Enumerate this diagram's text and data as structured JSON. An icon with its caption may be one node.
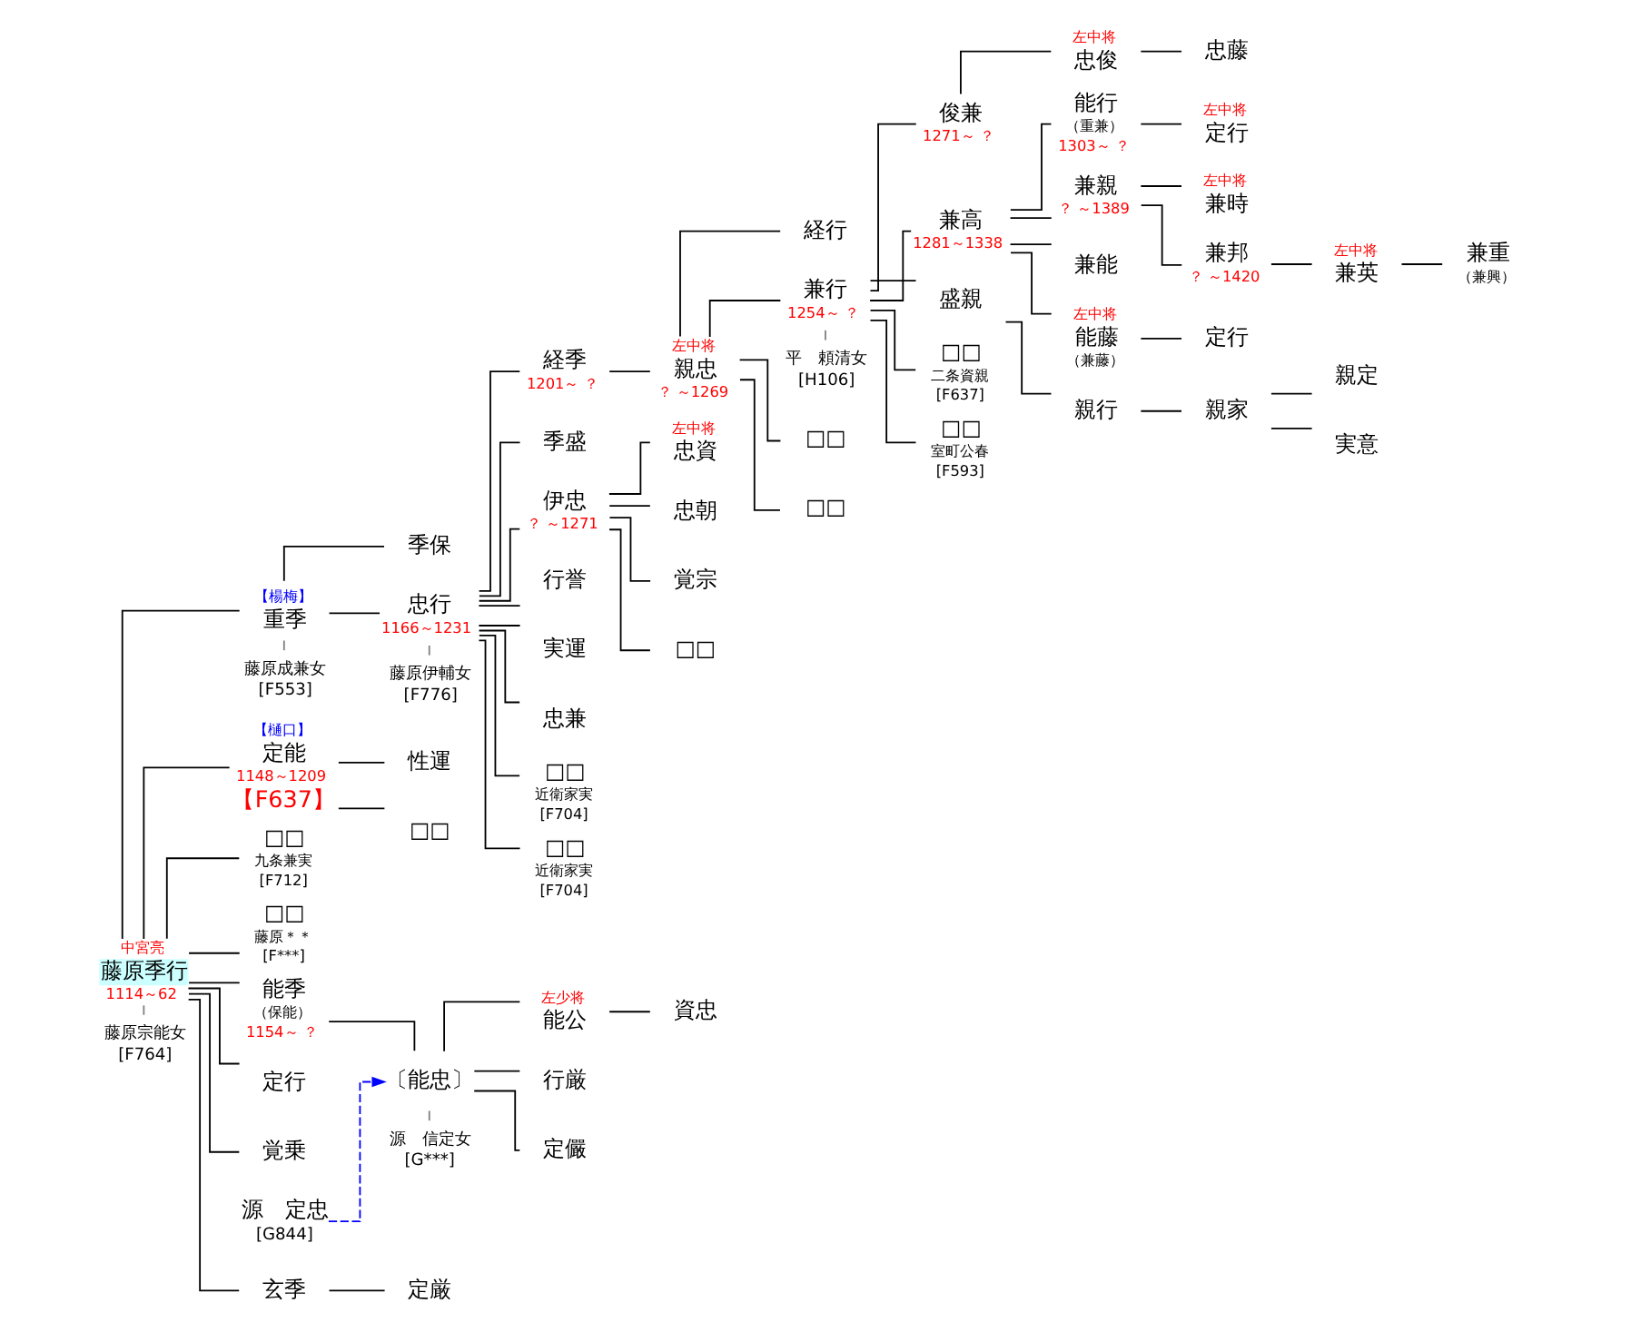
{
  "diagram": {
    "nodes": [
      {
        "text": [
          "藤原季行"
        ],
        "beside": [
          "中宮亮",
          "1114～62"
        ]
      },
      {
        "text": [
          "藤原宗能女",
          "[F764]"
        ]
      },
      {
        "text": [
          "重季"
        ],
        "beside": [
          "【楊梅】"
        ]
      },
      {
        "text": [
          "藤原成兼女",
          "[F553]"
        ]
      },
      {
        "text": [
          "定能"
        ],
        "beside": [
          "【樋口】",
          "1148～1209",
          "【F637】"
        ]
      },
      {
        "text": [
          "□□"
        ],
        "beside": [
          "九条兼実",
          "[F712]"
        ]
      },
      {
        "text": [
          "□□"
        ],
        "beside": [
          "藤原＊＊",
          "[F***]"
        ]
      },
      {
        "text": [
          "能季"
        ],
        "beside": [
          "（保能）",
          "1154～ ？"
        ]
      },
      {
        "text": [
          "定行"
        ]
      },
      {
        "text": [
          "覚乗"
        ]
      },
      {
        "text": [
          "玄季"
        ]
      },
      {
        "text": [
          "季保"
        ]
      },
      {
        "text": [
          "忠行"
        ],
        "beside": [
          "1166～1231"
        ]
      },
      {
        "text": [
          "藤原伊輔女",
          "[F776]"
        ]
      },
      {
        "text": [
          "性運"
        ]
      },
      {
        "text": [
          "□□"
        ]
      },
      {
        "text": [
          "〔能忠〕"
        ]
      },
      {
        "text": [
          "源　信定女",
          "[G***]"
        ]
      },
      {
        "text": [
          "源　定忠",
          "[G844]"
        ]
      },
      {
        "text": [
          "定厳"
        ]
      },
      {
        "text": [
          "経季"
        ],
        "beside": [
          "1201～ ？"
        ]
      },
      {
        "text": [
          "季盛"
        ]
      },
      {
        "text": [
          "伊忠"
        ],
        "beside": [
          "？ ～1271"
        ]
      },
      {
        "text": [
          "行誉"
        ]
      },
      {
        "text": [
          "実運"
        ]
      },
      {
        "text": [
          "忠兼"
        ]
      },
      {
        "text": [
          "□□"
        ],
        "beside": [
          "近衛家実",
          "[F704]"
        ]
      },
      {
        "text": [
          "□□"
        ],
        "beside": [
          "近衛家実",
          "[F704]"
        ]
      },
      {
        "text": [
          "能公"
        ],
        "beside": [
          "左少将"
        ]
      },
      {
        "text": [
          "行厳"
        ]
      },
      {
        "text": [
          "定儼"
        ]
      },
      {
        "text": [
          "資忠"
        ]
      },
      {
        "text": [
          "親忠"
        ],
        "beside": [
          "左中将",
          "？ ～1269"
        ]
      },
      {
        "text": [
          "忠資"
        ],
        "beside": [
          "左中将"
        ]
      },
      {
        "text": [
          "忠朝"
        ]
      },
      {
        "text": [
          "覚宗"
        ]
      },
      {
        "text": [
          "□□"
        ]
      },
      {
        "text": [
          "経行"
        ]
      },
      {
        "text": [
          "兼行"
        ],
        "beside": [
          "1254～ ？"
        ]
      },
      {
        "text": [
          "平　頼清女",
          "[H106]"
        ]
      },
      {
        "text": [
          "□□"
        ]
      },
      {
        "text": [
          "□□"
        ]
      },
      {
        "text": [
          "俊兼"
        ],
        "beside": [
          "1271～ ？"
        ]
      },
      {
        "text": [
          "兼高"
        ],
        "beside": [
          "1281～1338"
        ]
      },
      {
        "text": [
          "盛親"
        ]
      },
      {
        "text": [
          "□□"
        ],
        "beside": [
          "二条資親",
          "[F637]"
        ]
      },
      {
        "text": [
          "□□"
        ],
        "beside": [
          "室町公春",
          "[F593]"
        ]
      },
      {
        "text": [
          "忠俊"
        ],
        "beside": [
          "左中将"
        ]
      },
      {
        "text": [
          "忠藤"
        ]
      },
      {
        "text": [
          "能行"
        ],
        "beside": [
          "（重兼）",
          "1303～ ？"
        ]
      },
      {
        "text": [
          "兼親"
        ],
        "beside": [
          "？ ～1389"
        ]
      },
      {
        "text": [
          "兼能"
        ]
      },
      {
        "text": [
          "能藤"
        ],
        "beside": [
          "左中将",
          "（兼藤）"
        ]
      },
      {
        "text": [
          "定行"
        ],
        "beside": [
          "左中将"
        ]
      },
      {
        "text": [
          "兼時"
        ],
        "beside": [
          "左中将"
        ]
      },
      {
        "text": [
          "兼邦"
        ],
        "beside": [
          "？ ～1420"
        ]
      },
      {
        "text": [
          "兼英"
        ],
        "beside": [
          "左中将"
        ]
      },
      {
        "text": [
          "兼重"
        ],
        "beside": [
          "（兼興）"
        ]
      },
      {
        "text": [
          "定行"
        ]
      },
      {
        "text": [
          "親行"
        ]
      },
      {
        "text": [
          "親家"
        ]
      },
      {
        "text": [
          "親定"
        ]
      },
      {
        "text": [
          "実意"
        ]
      }
    ],
    "edges": [
      {
        "from": 0,
        "to": 1,
        "arrow": "none",
        "color": "#808080"
      },
      {
        "from": 0,
        "to": 2,
        "arrow": "none"
      },
      {
        "from": 0,
        "to": 4,
        "arrow": "none"
      },
      {
        "from": 0,
        "to": 5,
        "arrow": "none"
      },
      {
        "from": 0,
        "to": 6,
        "arrow": "none"
      },
      {
        "from": 0,
        "to": 7,
        "arrow": "none"
      },
      {
        "from": 0,
        "to": 8,
        "arrow": "none"
      },
      {
        "from": 0,
        "to": 9,
        "arrow": "none"
      },
      {
        "from": 0,
        "to": 10,
        "arrow": "none"
      },
      {
        "from": 2,
        "to": 3,
        "arrow": "none",
        "color": "#808080"
      },
      {
        "from": 2,
        "to": 11,
        "arrow": "none"
      },
      {
        "from": 2,
        "to": 12,
        "arrow": "none"
      },
      {
        "from": 12,
        "to": 13,
        "arrow": "none",
        "color": "#808080"
      },
      {
        "from": 4,
        "to": 14,
        "arrow": "none"
      },
      {
        "from": 4,
        "to": 15,
        "arrow": "none"
      },
      {
        "from": 7,
        "to": 16,
        "arrow": "none"
      },
      {
        "from": 16,
        "to": 17,
        "arrow": "none",
        "color": "#808080"
      },
      {
        "from": 18,
        "to": 16,
        "arrow": "to",
        "style": "dashed",
        "color": "#0000ff"
      },
      {
        "from": 10,
        "to": 19,
        "arrow": "none"
      },
      {
        "from": 12,
        "to": 20,
        "arrow": "none"
      },
      {
        "from": 12,
        "to": 21,
        "arrow": "none"
      },
      {
        "from": 12,
        "to": 22,
        "arrow": "none"
      },
      {
        "from": 12,
        "to": 23,
        "arrow": "none"
      },
      {
        "from": 12,
        "to": 24,
        "arrow": "none"
      },
      {
        "from": 12,
        "to": 25,
        "arrow": "none"
      },
      {
        "from": 12,
        "to": 26,
        "arrow": "none"
      },
      {
        "from": 12,
        "to": 27,
        "arrow": "none"
      },
      {
        "from": 16,
        "to": 28,
        "arrow": "none"
      },
      {
        "from": 16,
        "to": 29,
        "arrow": "none"
      },
      {
        "from": 16,
        "to": 30,
        "arrow": "none"
      },
      {
        "from": 28,
        "to": 31,
        "arrow": "none"
      },
      {
        "from": 20,
        "to": 32,
        "arrow": "none"
      },
      {
        "from": 22,
        "to": 33,
        "arrow": "none"
      },
      {
        "from": 22,
        "to": 34,
        "arrow": "none"
      },
      {
        "from": 22,
        "to": 35,
        "arrow": "none"
      },
      {
        "from": 22,
        "to": 36,
        "arrow": "none"
      },
      {
        "from": 32,
        "to": 37,
        "arrow": "none"
      },
      {
        "from": 32,
        "to": 38,
        "arrow": "none"
      },
      {
        "from": 38,
        "to": 39,
        "arrow": "none",
        "color": "#808080"
      },
      {
        "from": 32,
        "to": 40,
        "arrow": "none"
      },
      {
        "from": 32,
        "to": 41,
        "arrow": "none"
      },
      {
        "from": 38,
        "to": 42,
        "arrow": "none"
      },
      {
        "from": 38,
        "to": 43,
        "arrow": "none"
      },
      {
        "from": 38,
        "to": 44,
        "arrow": "none"
      },
      {
        "from": 38,
        "to": 45,
        "arrow": "none"
      },
      {
        "from": 38,
        "to": 46,
        "arrow": "none"
      },
      {
        "from": 42,
        "to": 47,
        "arrow": "none"
      },
      {
        "from": 47,
        "to": 48,
        "arrow": "none"
      },
      {
        "from": 43,
        "to": 49,
        "arrow": "none"
      },
      {
        "from": 43,
        "to": 50,
        "arrow": "none"
      },
      {
        "from": 43,
        "to": 51,
        "arrow": "none"
      },
      {
        "from": 43,
        "to": 52,
        "arrow": "none"
      },
      {
        "from": 49,
        "to": 53,
        "arrow": "none"
      },
      {
        "from": 50,
        "to": 54,
        "arrow": "none"
      },
      {
        "from": 50,
        "to": 55,
        "arrow": "none"
      },
      {
        "from": 55,
        "to": 56,
        "arrow": "none"
      },
      {
        "from": 56,
        "to": 57,
        "arrow": "none"
      },
      {
        "from": 52,
        "to": 58,
        "arrow": "none"
      },
      {
        "from": 44,
        "to": 59,
        "arrow": "none"
      },
      {
        "from": 59,
        "to": 60,
        "arrow": "none"
      },
      {
        "from": 60,
        "to": 61,
        "arrow": "none"
      },
      {
        "from": 60,
        "to": 62,
        "arrow": "none"
      }
    ]
  }
}
